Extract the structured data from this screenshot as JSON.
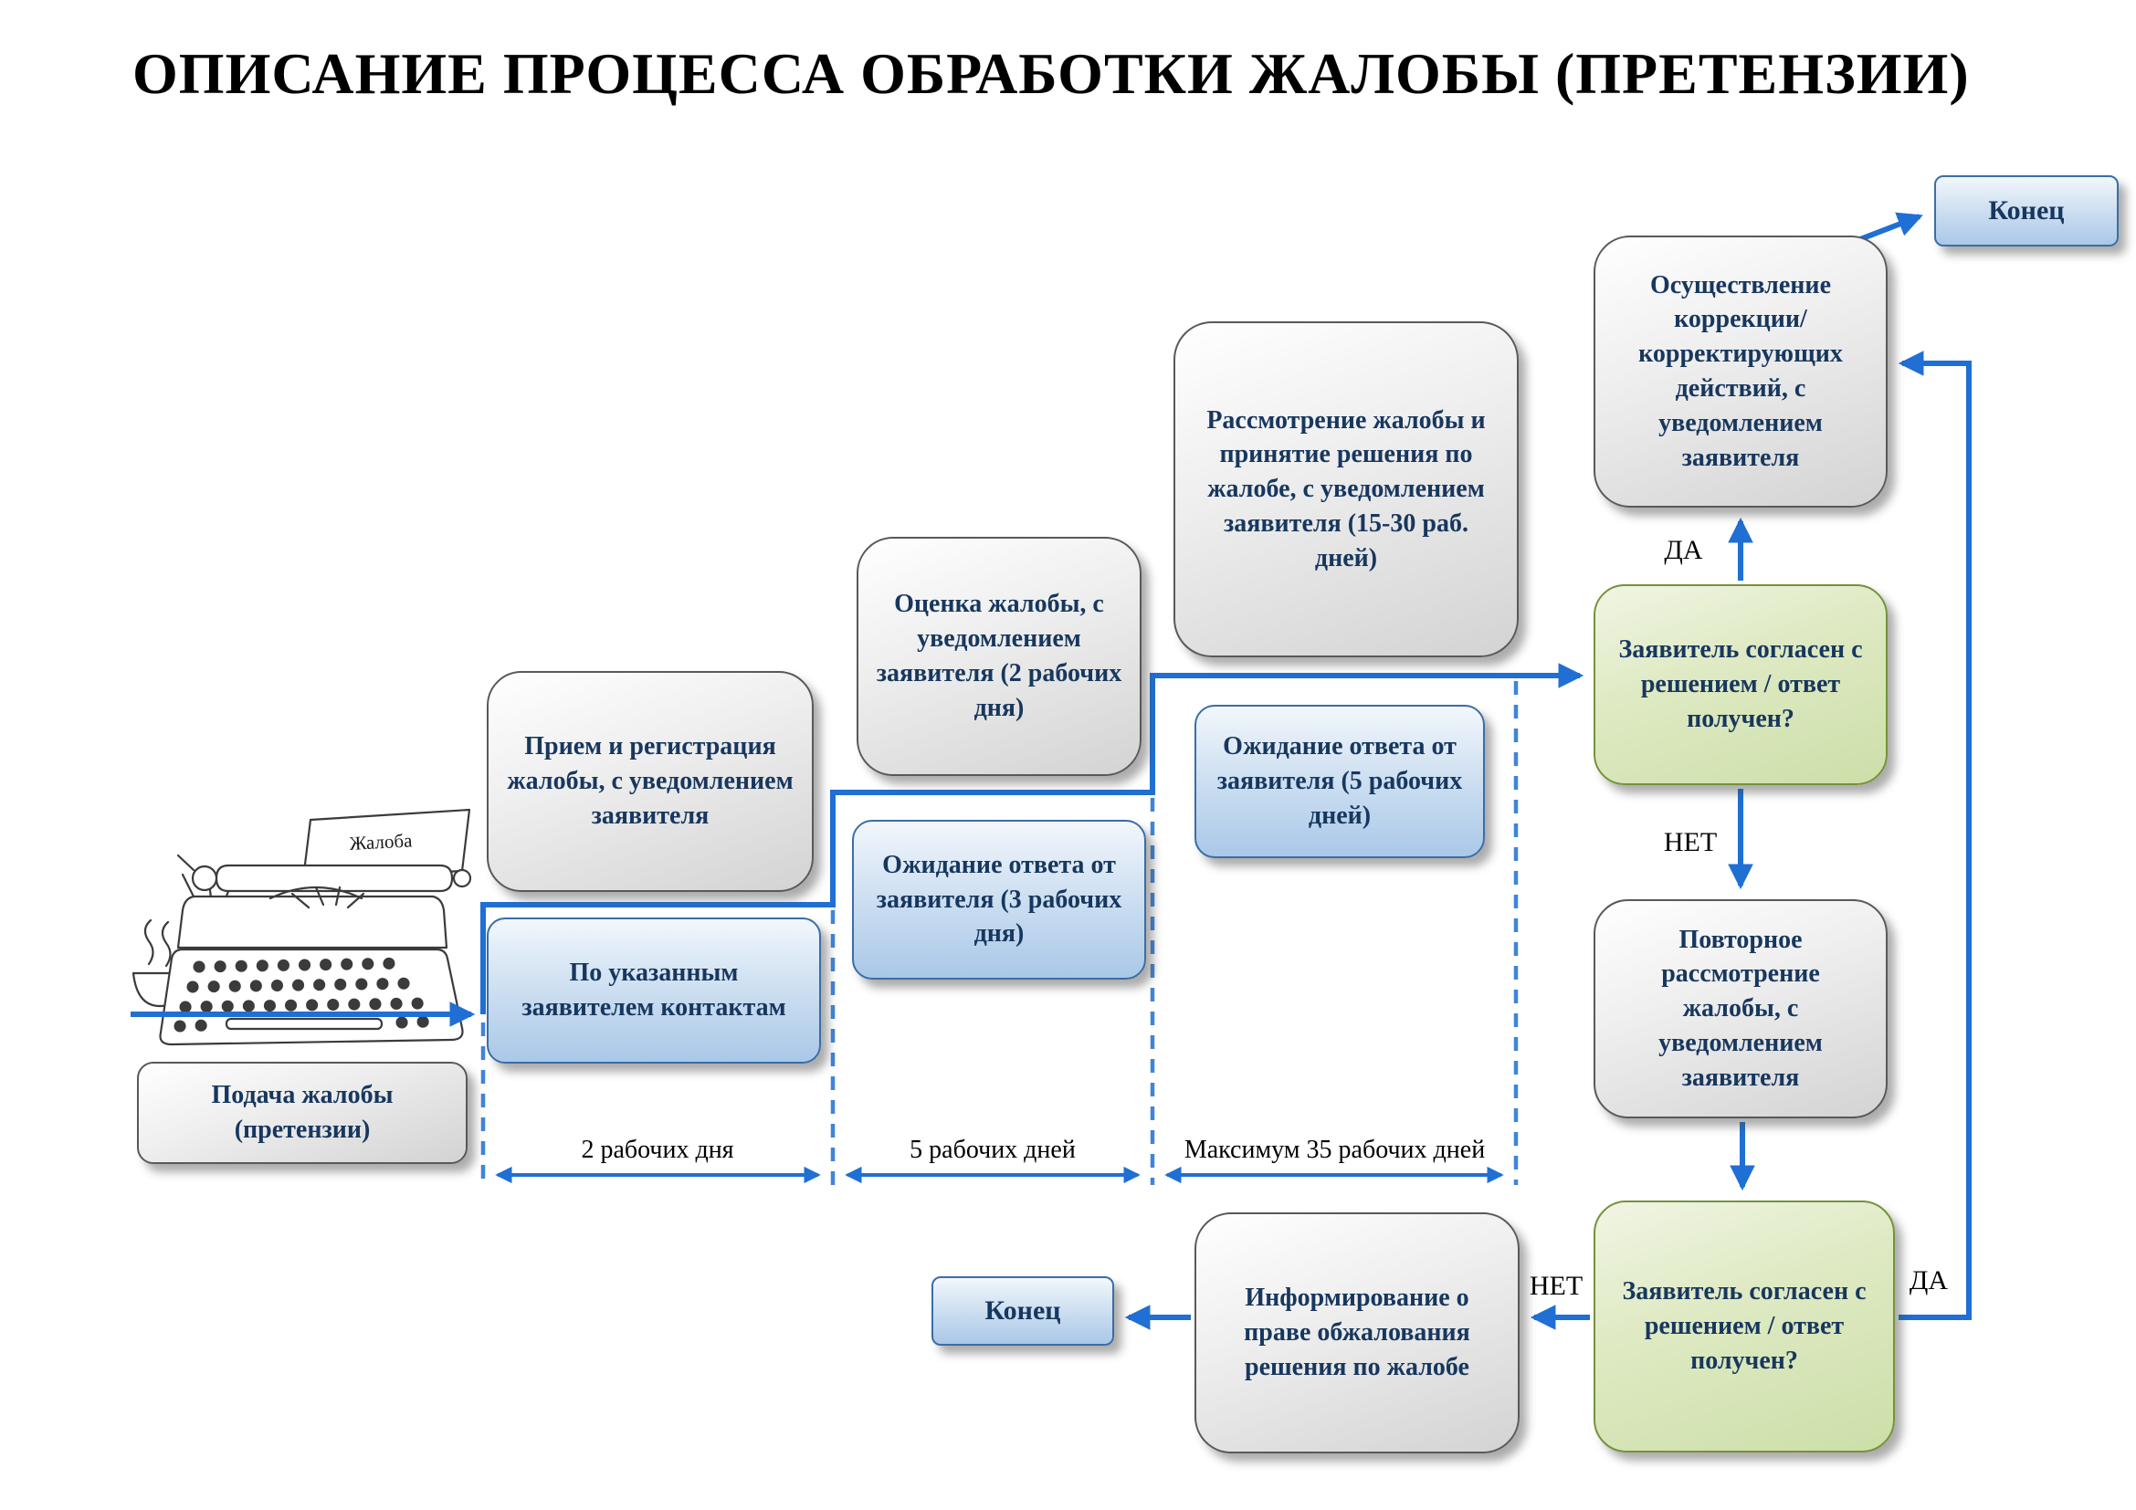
{
  "title": "ОПИСАНИЕ ПРОЦЕССА ОБРАБОТКИ ЖАЛОБЫ (ПРЕТЕНЗИИ)",
  "nodes": {
    "submission": "Подача жалобы (претензии)",
    "contacts": "По указанным заявителем контактам",
    "reception": "Прием и регистрация жалобы, с уведомлением заявителя",
    "assessment": "Оценка жалобы, с уведомлением заявителя (2 рабочих дня)",
    "wait_3_days": "Ожидание ответа от заявителя (3 рабочих дня)",
    "review": "Рассмотрение жалобы и принятие решения по жалобе, с уведомлением заявителя (15-30 раб. дней)",
    "wait_5_days": "Ожидание ответа от заявителя (5 рабочих дней)",
    "decision_1": "Заявитель согласен с решением / ответ получен?",
    "correction": "Осуществление коррекции/ корректирующих действий, с уведомлением заявителя",
    "re_review": "Повторное рассмотрение жалобы, с уведомлением заявителя",
    "decision_2": "Заявитель согласен с решением / ответ получен?",
    "info_appeal": "Информирование о праве обжалования решения по жалобе",
    "end_top": "Конец",
    "end_bottom": "Конец"
  },
  "edge_labels": {
    "yes_top": "ДА",
    "no_middle": "НЕТ",
    "no_bottom": "НЕТ",
    "yes_bottom": "ДА"
  },
  "timeline": {
    "segment_1": "2 рабочих дня",
    "segment_2": "5 рабочих дней",
    "segment_3": "Максимум 35 рабочих дней"
  },
  "illustration": {
    "paper_label": "Жалоба"
  },
  "colors": {
    "arrow-blue": "#1f6fd4",
    "box-gray-border": "#595959",
    "box-blue-border": "#3a6ea5",
    "box-green-border": "#76923c",
    "text-dark": "#17375e",
    "title-color": "#000000"
  }
}
